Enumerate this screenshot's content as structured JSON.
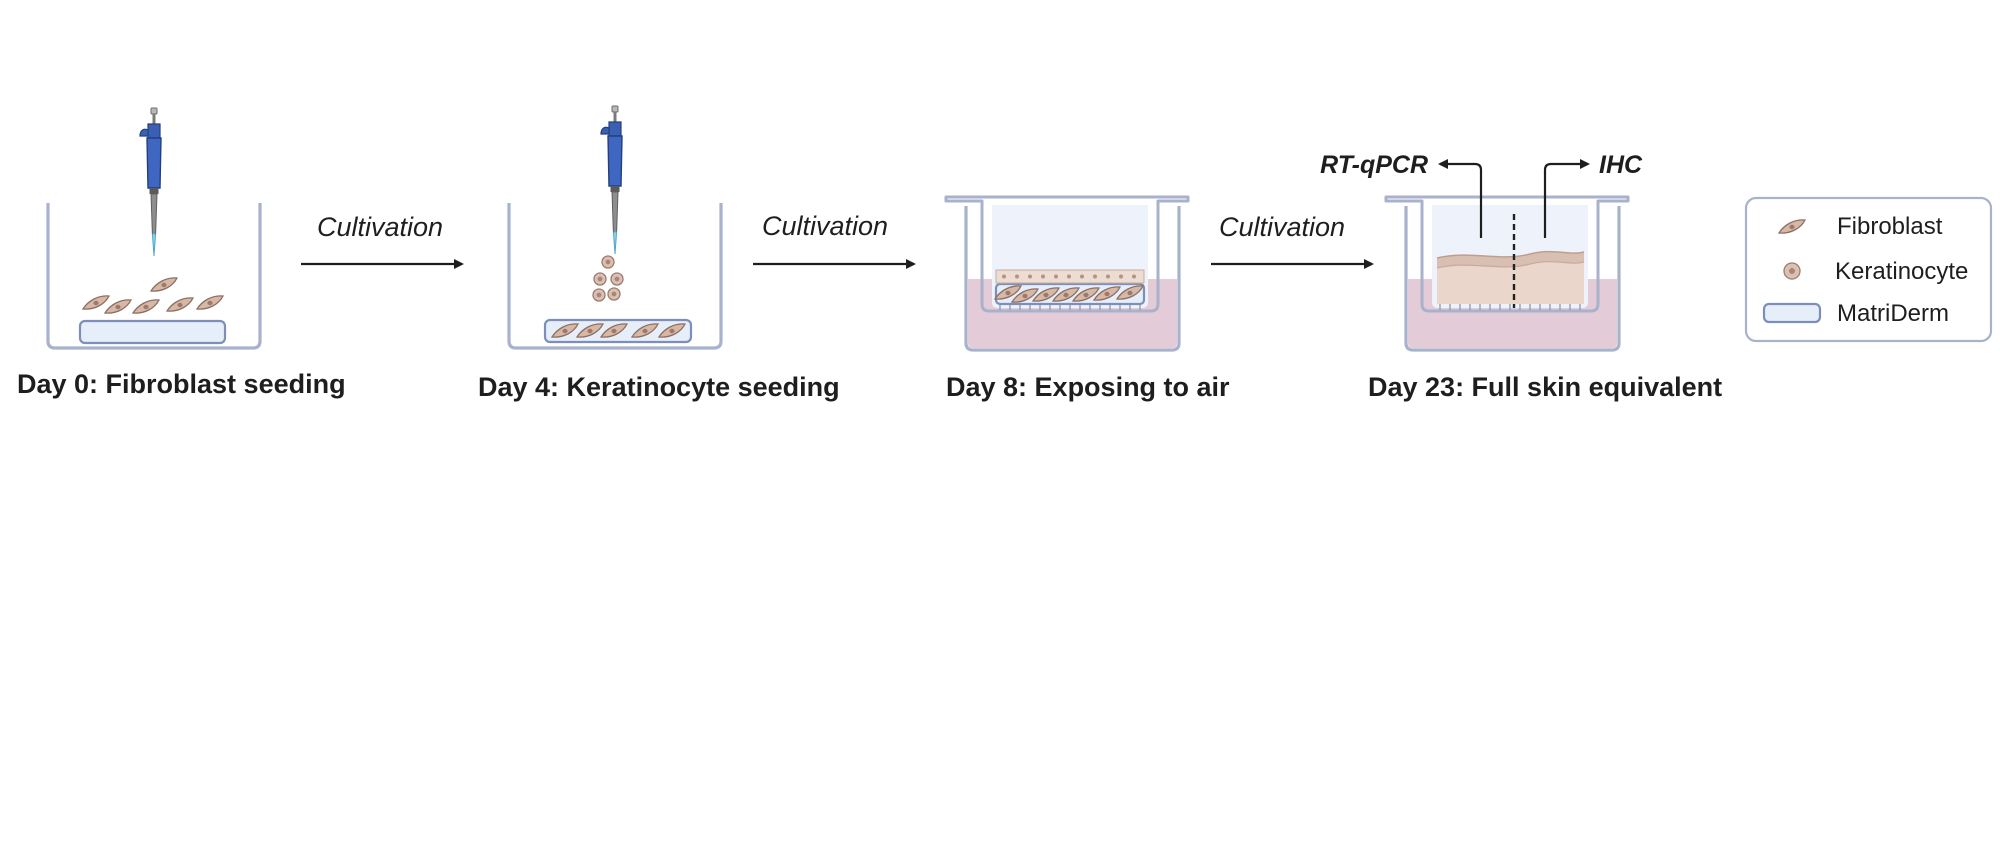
{
  "stages": [
    {
      "label": "Day 0: Fibroblast seeding"
    },
    {
      "label": "Day 4: Keratinocyte seeding"
    },
    {
      "label": "Day 8: Exposing to air"
    },
    {
      "label": "Day 23: Full skin equivalent"
    }
  ],
  "arrows": [
    {
      "label": "Cultivation"
    },
    {
      "label": "Cultivation"
    },
    {
      "label": "Cultivation"
    }
  ],
  "analysis": {
    "left": "RT-qPCR",
    "right": "IHC"
  },
  "legend": {
    "items": [
      {
        "label": "Fibroblast",
        "icon": "fibroblast-icon"
      },
      {
        "label": "Keratinocyte",
        "icon": "keratinocyte-icon"
      },
      {
        "label": "MatriDerm",
        "icon": "matriderm-icon"
      }
    ]
  },
  "colors": {
    "well_outline": "#a8b2cc",
    "medium": "#e3ccd8",
    "insert_fill": "#eef3fb",
    "matriderm": "#e6eefa",
    "cell": "#d7b8a6",
    "pipette": "#3a5fb3"
  }
}
